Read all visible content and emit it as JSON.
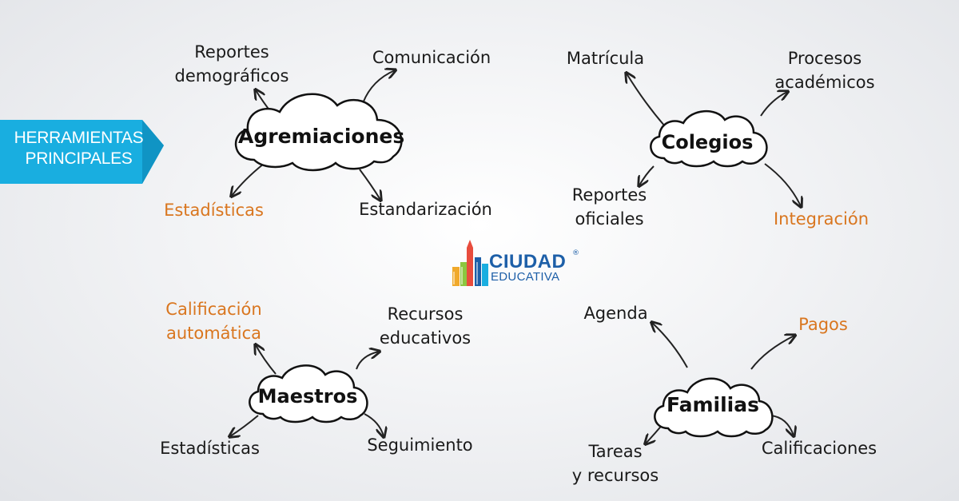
{
  "banner": {
    "line1": "HERRAMIENTAS",
    "line2": "PRINCIPALES",
    "color": "#19aee0"
  },
  "logo": {
    "line1": "CIUDAD",
    "line2": "EDUCATIVA",
    "registered": "®"
  },
  "colors": {
    "text": "#1a1a1a",
    "highlight": "#d9761f",
    "brand": "#1d5fa8"
  },
  "clouds": {
    "agremiaciones": {
      "title": "Agremiaciones"
    },
    "colegios": {
      "title": "Colegios"
    },
    "maestros": {
      "title": "Maestros"
    },
    "familias": {
      "title": "Familias"
    }
  },
  "labels": {
    "reportes_demograficos": {
      "line1": "Reportes",
      "line2": "demográficos"
    },
    "comunicacion": "Comunicación",
    "estadisticas_agrem": "Estadísticas",
    "estandarizacion": "Estandarización",
    "matricula": "Matrícula",
    "procesos_academicos": {
      "line1": "Procesos",
      "line2": "académicos"
    },
    "reportes_oficiales": {
      "line1": "Reportes",
      "line2": "oficiales"
    },
    "integracion": "Integración",
    "calificacion_automatica": {
      "line1": "Calificación",
      "line2": "automática"
    },
    "recursos_educativos": {
      "line1": "Recursos",
      "line2": "educativos"
    },
    "estadisticas_maestros": "Estadísticas",
    "seguimiento": "Seguimiento",
    "agenda": "Agenda",
    "pagos": "Pagos",
    "tareas_recursos": {
      "line1": "Tareas",
      "line2": "y recursos"
    },
    "calificaciones": "Calificaciones"
  }
}
